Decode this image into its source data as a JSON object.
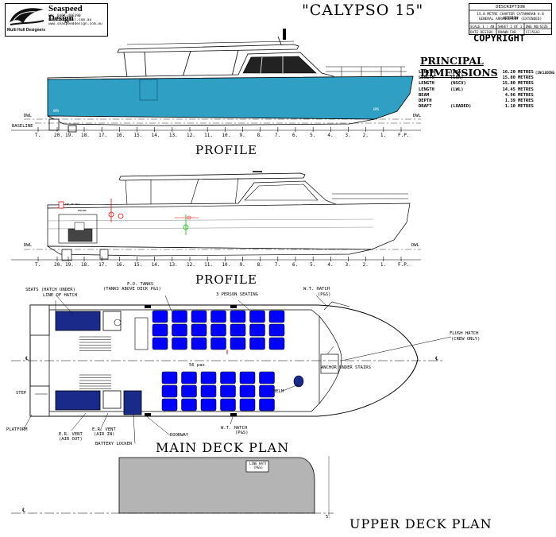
{
  "logo": {
    "name": "Seaspeed Design",
    "ph": "PH: 0404-406390",
    "email": "bdgan@ozemail.com.au",
    "web": "www.seaspeeddesign.com.au",
    "tagline": "Multi Hull Designers"
  },
  "project_title": "\"CALYPSO 15\"",
  "title_block": {
    "heading": "DESCRIPTION",
    "line1": "15.0 METRE CHARTER CATAMARAN V.8 VERSION",
    "line2": "GENERAL ARRANGEMENT (EXTENDED)",
    "scale": "SCALE 1 : 48",
    "sheet": "SHEET 1 OF 1",
    "dwg": "DWG NO/SIZE",
    "date": "DATE DESIGN",
    "drawn": "DRAWN FAB",
    "code": "CC15GA3"
  },
  "copyright": "COPYRIGHT",
  "principal_dimensions": {
    "title": "PRINCIPAL DIMENSIONS",
    "rows": [
      {
        "name": "LENGTH",
        "qual": "(LOA)",
        "value": "16.20",
        "unit": "METRES",
        "note": "(INCLUDING PLATFORM)"
      },
      {
        "name": "LENGTH",
        "qual": "(LOA)",
        "value": "15.80",
        "unit": "METRES",
        "note": ""
      },
      {
        "name": "LENGTH",
        "qual": "(NSCV)",
        "value": "15.80",
        "unit": "METRES",
        "note": ""
      },
      {
        "name": "LENGTH",
        "qual": "(LWL)",
        "value": "14.45",
        "unit": "METRES",
        "note": ""
      },
      {
        "name": "BEAM",
        "qual": "",
        "value": "4.96",
        "unit": "METRES",
        "note": ""
      },
      {
        "name": "DEPTH",
        "qual": "",
        "value": "1.39",
        "unit": "METRES",
        "note": ""
      },
      {
        "name": "DRAFT",
        "qual": "(LOADED)",
        "value": "1.10",
        "unit": "METRES",
        "note": ""
      }
    ]
  },
  "profile1": {
    "label": "PROFILE",
    "baseline": "BASELINE",
    "dwl_left": "DWL",
    "dwl_right": "DWL",
    "stations": [
      "T.",
      "20.",
      "19.",
      "18.",
      "17.",
      "16.",
      "15.",
      "14.",
      "13.",
      "12.",
      "11.",
      "10.",
      "9.",
      "8.",
      "7.",
      "6.",
      "5.",
      "4.",
      "3.",
      "2.",
      "1.",
      "F.P."
    ]
  },
  "profile2": {
    "label": "PROFILE",
    "dwl_left": "DWL",
    "dwl_right": "DWL",
    "stations": [
      "T.",
      "20.",
      "19.",
      "18.",
      "17.",
      "16.",
      "15.",
      "14.",
      "13.",
      "12.",
      "11.",
      "10.",
      "9.",
      "8.",
      "7.",
      "6.",
      "5.",
      "4.",
      "3.",
      "2.",
      "1.",
      "F.P."
    ]
  },
  "main_deck": {
    "label": "MAIN DECK PLAN",
    "annotations": {
      "seats": "SEATS (HATCH UNDER)",
      "line_hatch": "LINE OF HATCH",
      "fo_tanks": "F.O. TANKS",
      "fo_tanks2": "(TANKS ABOVE DECK P&S)",
      "person_seating": "3 PERSON SEATING",
      "wt_hatch_top": "W.T.   HATCH",
      "wt_hatch_top2": "(P&S)",
      "flush_hatch": "FLUSH HATCH",
      "flush_hatch2": "(CREW ONLY)",
      "anchor": "ANCHOR UNDER STAIRS",
      "pax": "56 pax",
      "step": "STEP",
      "helm": "HELM",
      "platform": "PLATFORM",
      "er_vent_out": "E.R. VENT",
      "er_vent_out2": "(AIR OUT)",
      "er_vent_in": "E.R. VENT",
      "er_vent_in2": "(AIR IN)",
      "battery": "BATTERY LOCKER",
      "doorway": "DOORWAY",
      "wt_hatch_bot": "W.T.   HATCH",
      "wt_hatch_bot2": "(P&S)",
      "centerline_left": "℄",
      "centerline_right": "℄"
    }
  },
  "upper_deck": {
    "label": "UPPER DECK PLAN",
    "hatch": "LINE HATT",
    "hatch2": "(P&S)",
    "centerline": "℄",
    "station": "5."
  },
  "colors": {
    "hull_blue": "#2f9fc4",
    "seat_blue": "#0000ff",
    "locker_navy": "#1a2a8a",
    "upper_grey": "#b4b4b4",
    "red_marks": "#ff0000",
    "green_marks": "#00c000"
  }
}
